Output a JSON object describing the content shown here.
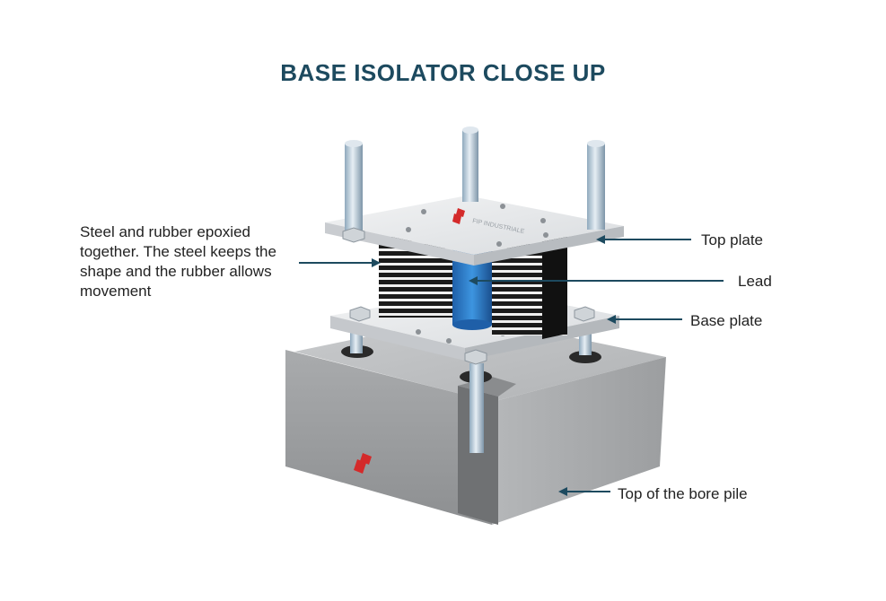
{
  "title": "BASE ISOLATOR CLOSE UP",
  "labels": {
    "steel_rubber": "Steel and rubber epoxied together. The steel keeps the shape and the rubber allows movement",
    "top_plate": "Top plate",
    "lead": "Lead",
    "base_plate": "Base plate",
    "bore_pile": "Top of the bore pile"
  },
  "brand": {
    "name": "FIP INDUSTRIALE",
    "short": "FIP"
  },
  "colors": {
    "title": "#1d4a5f",
    "arrow": "#1d4a5f",
    "lead_core": "#2a7fd0",
    "logo_red": "#d42a2a"
  }
}
